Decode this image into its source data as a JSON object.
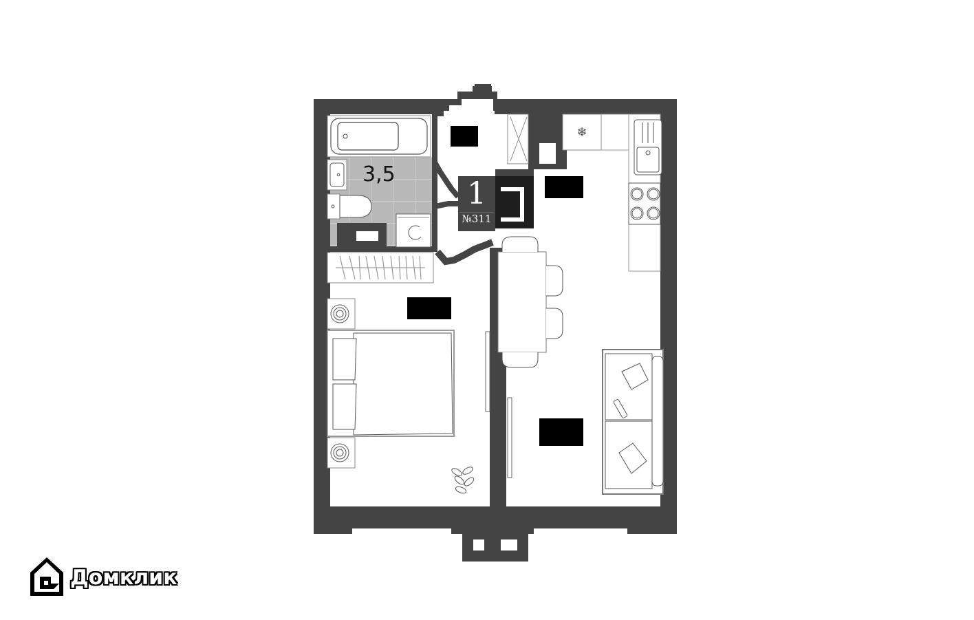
{
  "plan": {
    "rooms_count": "1",
    "apartment_number": "№311",
    "rooms": [
      {
        "name": "bathroom",
        "area": "3,5",
        "visible": true
      },
      {
        "name": "hallway",
        "area": "",
        "obscured": true
      },
      {
        "name": "bedroom",
        "area": "",
        "obscured": true
      },
      {
        "name": "kitchen",
        "area": "",
        "obscured": true
      },
      {
        "name": "living-room",
        "area": "",
        "obscured": true
      }
    ],
    "colors": {
      "wall": "#444444",
      "bathroom_tile": "#b8b8b8",
      "label_mask": "#000000"
    }
  },
  "brand": {
    "logo_text": "Домклик"
  }
}
